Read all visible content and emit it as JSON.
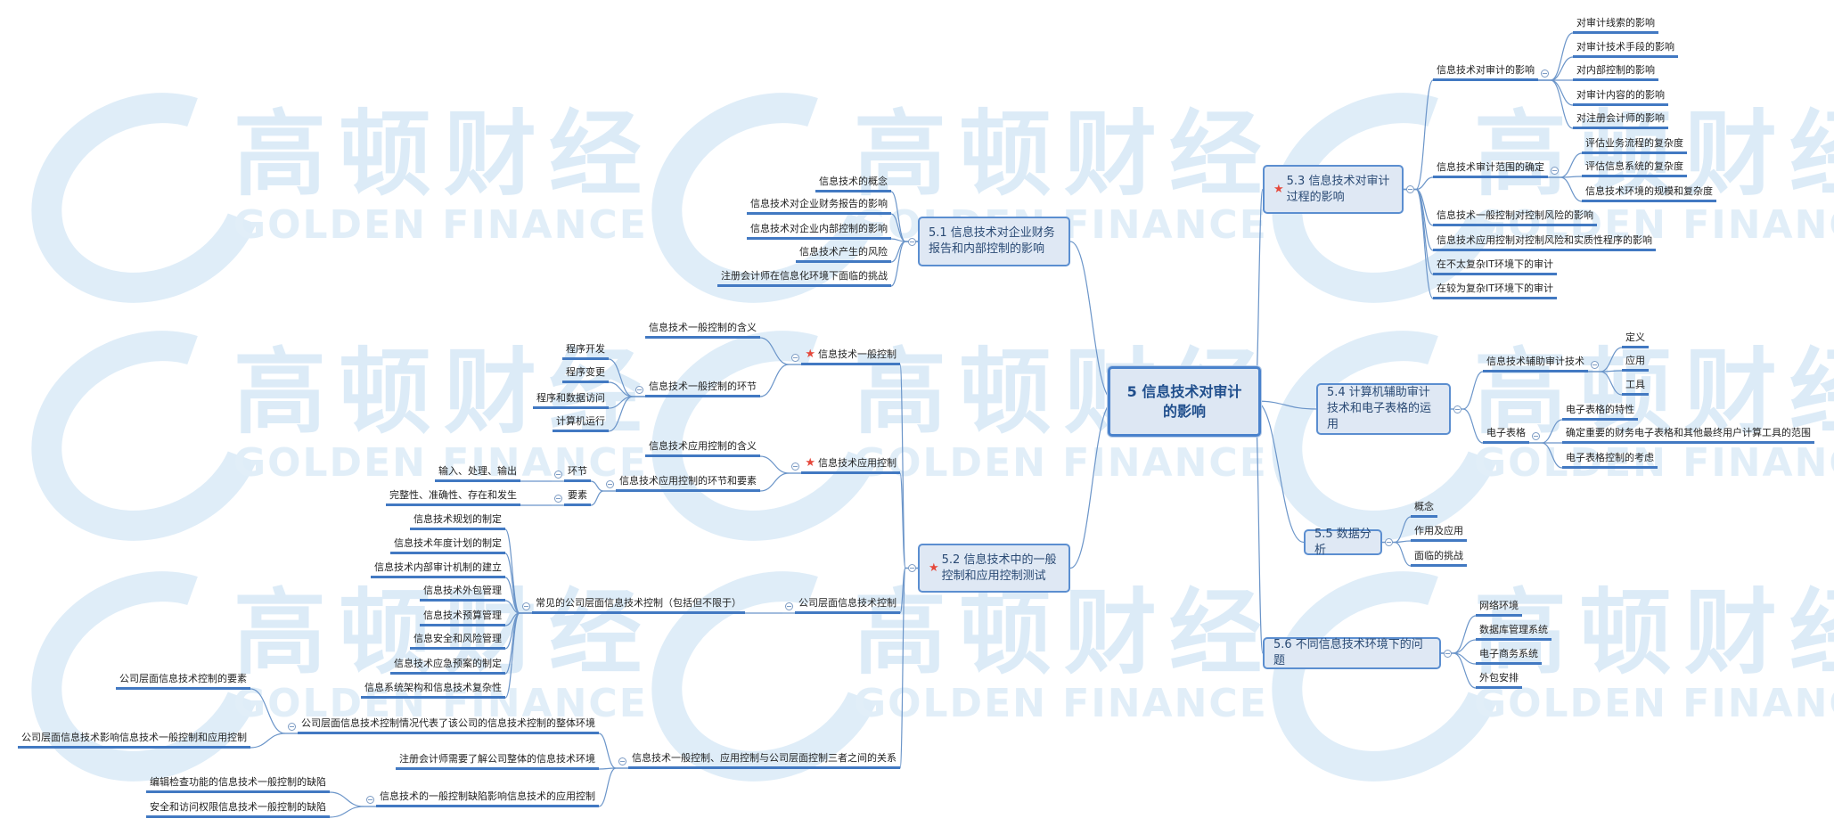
{
  "watermark": {
    "cn": "高顿财经",
    "en": "GOLDEN FINANCE"
  },
  "root": {
    "label": "5 信息技术对审计的影响"
  },
  "topics": [
    {
      "label": "5.1 信息技术对企业财务报告和内部控制的影响",
      "starred": false,
      "children": [
        {
          "label": "信息技术的概念"
        },
        {
          "label": "信息技术对企业财务报告的影响"
        },
        {
          "label": "信息技术对企业内部控制的影响"
        },
        {
          "label": "信息技术产生的风险"
        },
        {
          "label": "注册会计师在信息化环境下面临的挑战"
        }
      ]
    },
    {
      "label": "5.2 信息技术中的一般控制和应用控制测试",
      "starred": true,
      "children": [
        {
          "label": "信息技术一般控制",
          "starred": true,
          "children": [
            {
              "label": "信息技术一般控制的含义"
            },
            {
              "label": "信息技术一般控制的环节",
              "children": [
                {
                  "label": "程序开发"
                },
                {
                  "label": "程序变更"
                },
                {
                  "label": "程序和数据访问"
                },
                {
                  "label": "计算机运行"
                }
              ]
            }
          ]
        },
        {
          "label": "信息技术应用控制",
          "starred": true,
          "children": [
            {
              "label": "信息技术应用控制的含义"
            },
            {
              "label": "信息技术应用控制的环节和要素",
              "children": [
                {
                  "label": "环节",
                  "children": [
                    {
                      "label": "输入、处理、输出"
                    }
                  ]
                },
                {
                  "label": "要素",
                  "children": [
                    {
                      "label": "完整性、准确性、存在和发生"
                    }
                  ]
                }
              ]
            }
          ]
        },
        {
          "label": "公司层面信息技术控制",
          "children": [
            {
              "label": "常见的公司层面信息技术控制（包括但不限于）",
              "children": [
                {
                  "label": "信息技术规划的制定"
                },
                {
                  "label": "信息技术年度计划的制定"
                },
                {
                  "label": "信息技术内部审计机制的建立"
                },
                {
                  "label": "信息技术外包管理"
                },
                {
                  "label": "信息技术预算管理"
                },
                {
                  "label": "信息安全和风险管理"
                },
                {
                  "label": "信息技术应急预案的制定"
                },
                {
                  "label": "信息系统架构和信息技术复杂性"
                }
              ]
            }
          ]
        },
        {
          "label": "信息技术一般控制、应用控制与公司层面控制三者之间的关系",
          "children": [
            {
              "label": "公司层面信息技术控制情况代表了该公司的信息技术控制的整体环境",
              "children": [
                {
                  "label": "公司层面信息技术控制的要素"
                },
                {
                  "label": "公司层面信息技术影响信息技术一般控制和应用控制"
                }
              ]
            },
            {
              "label": "注册会计师需要了解公司整体的信息技术环境"
            },
            {
              "label": "信息技术的一般控制缺陷影响信息技术的应用控制",
              "children": [
                {
                  "label": "编辑检查功能的信息技术一般控制的缺陷"
                },
                {
                  "label": "安全和访问权限信息技术一般控制的缺陷"
                }
              ]
            }
          ]
        }
      ]
    },
    {
      "label": "5.3 信息技术对审计过程的影响",
      "starred": true,
      "children": [
        {
          "label": "信息技术对审计的影响",
          "children": [
            {
              "label": "对审计线索的影响"
            },
            {
              "label": "对审计技术手段的影响"
            },
            {
              "label": "对内部控制的影响"
            },
            {
              "label": "对审计内容的的影响"
            },
            {
              "label": "对注册会计师的影响"
            }
          ]
        },
        {
          "label": "信息技术审计范围的确定",
          "children": [
            {
              "label": "评估业务流程的复杂度"
            },
            {
              "label": "评估信息系统的复杂度"
            },
            {
              "label": "信息技术环境的规模和复杂度"
            }
          ]
        },
        {
          "label": "信息技术一般控制对控制风险的影响"
        },
        {
          "label": "信息技术应用控制对控制风险和实质性程序的影响"
        },
        {
          "label": "在不太复杂IT环境下的审计"
        },
        {
          "label": "在较为复杂IT环境下的审计"
        }
      ]
    },
    {
      "label": "5.4 计算机辅助审计技术和电子表格的运用",
      "starred": false,
      "children": [
        {
          "label": "信息技术辅助审计技术",
          "children": [
            {
              "label": "定义"
            },
            {
              "label": "应用"
            },
            {
              "label": "工具"
            }
          ]
        },
        {
          "label": "电子表格",
          "children": [
            {
              "label": "电子表格的特性"
            },
            {
              "label": "确定重要的财务电子表格和其他最终用户计算工具的范围"
            },
            {
              "label": "电子表格控制的考虑"
            }
          ]
        }
      ]
    },
    {
      "label": "5.5 数据分析",
      "starred": false,
      "children": [
        {
          "label": "概念"
        },
        {
          "label": "作用及应用"
        },
        {
          "label": "面临的挑战"
        }
      ]
    },
    {
      "label": "5.6 不同信息技术环境下的问题",
      "starred": false,
      "children": [
        {
          "label": "网络环境"
        },
        {
          "label": "数据库管理系统"
        },
        {
          "label": "电子商务系统"
        },
        {
          "label": "外包安排"
        }
      ]
    }
  ]
}
